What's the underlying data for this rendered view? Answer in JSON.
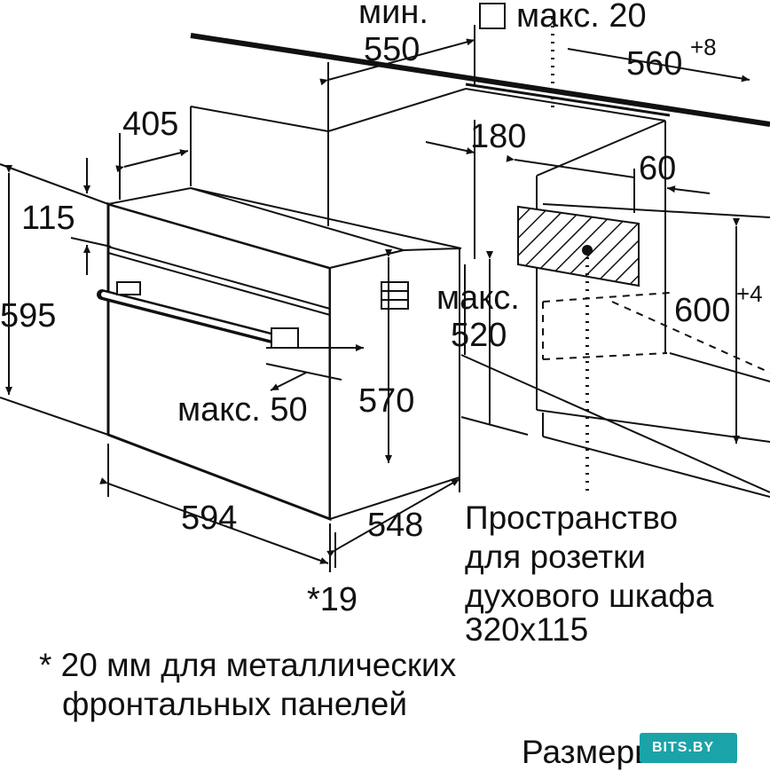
{
  "labels": {
    "min": "мин.",
    "max20": "макс. 20",
    "d550": "550",
    "d560": "560",
    "d560_sup": "+8",
    "d405": "405",
    "d180": "180",
    "d60": "60",
    "d115": "115",
    "d595": "595",
    "max520_a": "макс.",
    "max520_b": "520",
    "d600": "600",
    "d600_sup": "+4",
    "max50": "макс. 50",
    "d570": "570",
    "d594": "594",
    "d548": "548",
    "star19": "*19",
    "socket_1": "Пространство",
    "socket_2": "для розетки",
    "socket_3": "духового шкафа",
    "socket_4": "320x115",
    "note_1": "* 20 мм для металлических",
    "note_2": "фронтальных панелей",
    "units": "Размеры в мм",
    "watermark": "BITS.BY"
  }
}
